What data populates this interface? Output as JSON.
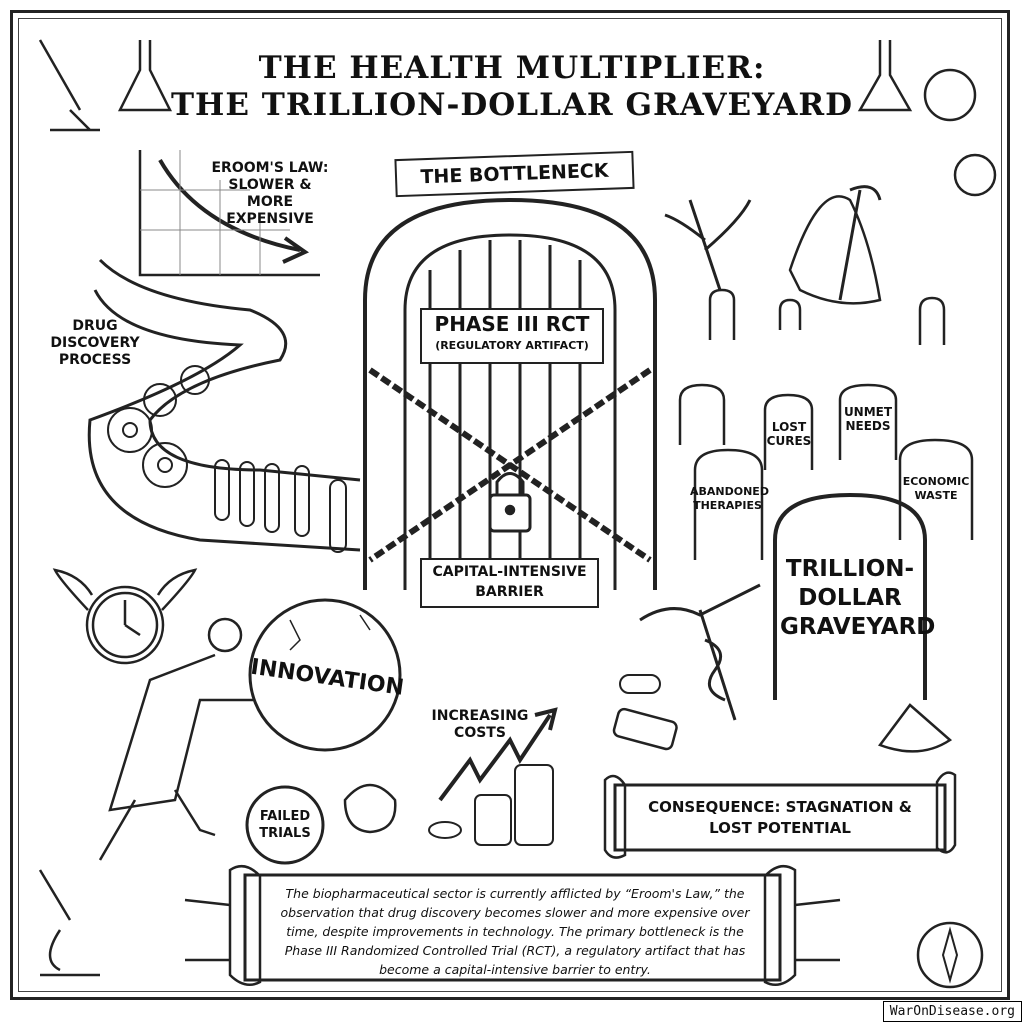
{
  "title": {
    "line1": "THE HEALTH MULTIPLIER:",
    "line2": "THE TRILLION-DOLLAR GRAVEYARD"
  },
  "labels": {
    "erooms_law": "EROOM'S LAW: SLOWER & MORE EXPENSIVE",
    "drug_discovery": "DRUG DISCOVERY PROCESS",
    "bottleneck": "THE BOTTLENECK",
    "phase3": "PHASE III RCT",
    "regulatory": "(REGULATORY ARTIFACT)",
    "capital_barrier": "CAPITAL-INTENSIVE BARRIER",
    "innovation": "INNOVATION",
    "failed_trials": "FAILED TRIALS",
    "increasing_costs": "INCREASING COSTS",
    "lost_cures": "LOST CURES",
    "unmet_needs": "UNMET NEEDS",
    "abandoned": "ABANDONED THERAPIES",
    "economic_waste": "ECONOMIC WASTE",
    "graveyard": "TRILLION-DOLLAR GRAVEYARD",
    "consequence": "CONSEQUENCE: STAGNATION & LOST POTENTIAL"
  },
  "caption": "The biopharmaceutical sector is currently afflicted by “Eroom's Law,” the observation that drug discovery becomes slower and more expensive over time, despite improvements in technology. The primary bottleneck is the Phase III Randomized Controlled Trial (RCT), a regulatory artifact that has become a capital-intensive barrier to entry.",
  "watermark": "WarOnDisease.org"
}
